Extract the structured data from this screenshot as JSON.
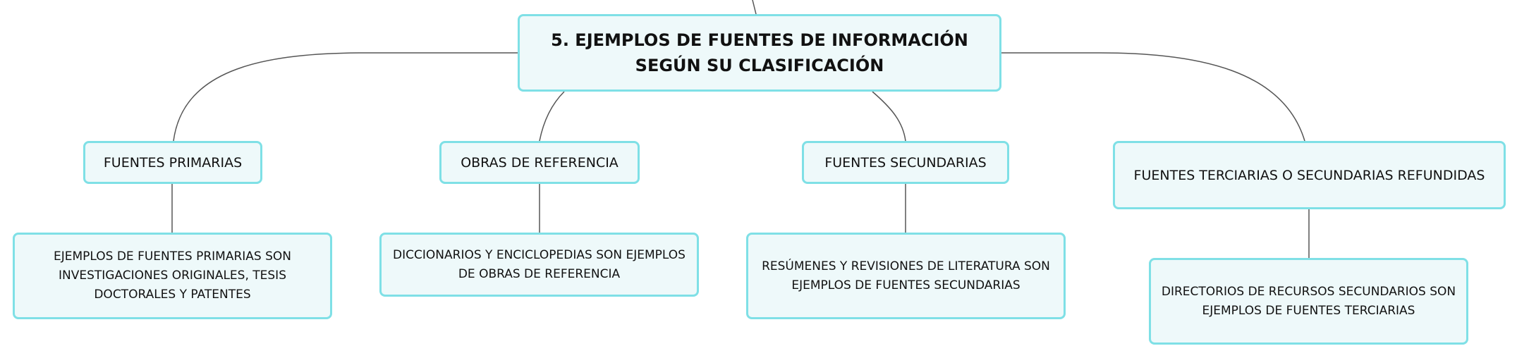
{
  "root": {
    "label": "5. EJEMPLOS DE FUENTES DE INFORMACIÓN SEGÚN SU CLASIFICACIÓN"
  },
  "categories": [
    {
      "label": "FUENTES PRIMARIAS",
      "example": "EJEMPLOS DE FUENTES PRIMARIAS SON INVESTIGACIONES ORIGINALES, TESIS DOCTORALES Y PATENTES"
    },
    {
      "label": "OBRAS DE REFERENCIA",
      "example": "DICCIONARIOS Y ENCICLOPEDIAS SON EJEMPLOS DE OBRAS DE REFERENCIA"
    },
    {
      "label": "FUENTES SECUNDARIAS",
      "example": "RESÚMENES Y REVISIONES DE LITERATURA SON EJEMPLOS DE FUENTES SECUNDARIAS"
    },
    {
      "label": "FUENTES TERCIARIAS O SECUNDARIAS REFUNDIDAS",
      "example": "DIRECTORIOS DE RECURSOS SECUNDARIOS SON EJEMPLOS DE FUENTES TERCIARIAS"
    }
  ],
  "colors": {
    "node_border": "#7fe0e6",
    "node_fill": "#eef9fa",
    "connector": "#555555",
    "text": "#111111"
  }
}
